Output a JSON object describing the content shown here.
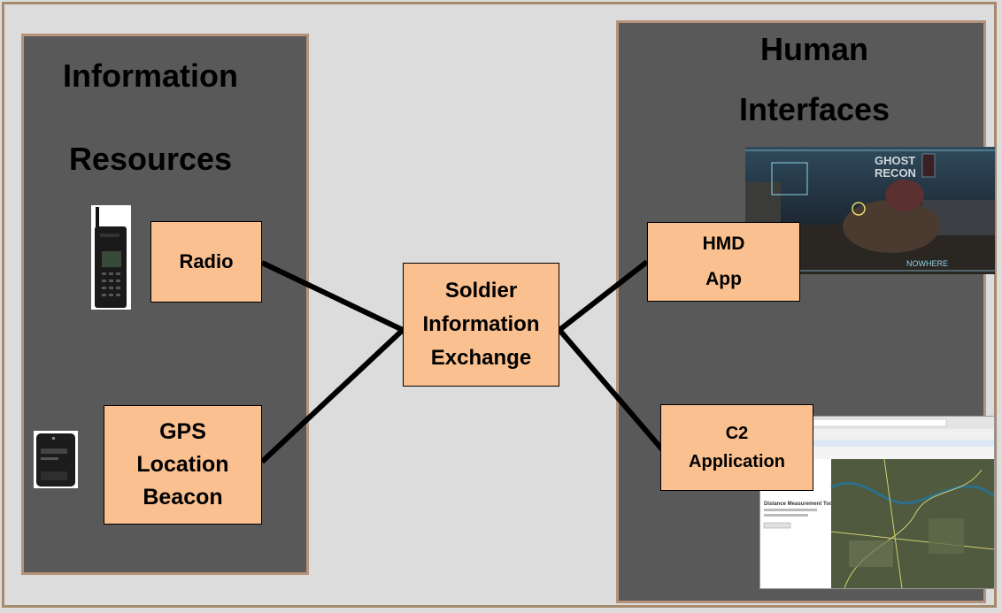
{
  "left_panel": {
    "title_line1": "Information",
    "title_line2": "Resources"
  },
  "right_panel": {
    "title_line1": "Human",
    "title_line2": "Interfaces"
  },
  "nodes": {
    "radio": {
      "label": "Radio"
    },
    "gps": {
      "line1": "GPS",
      "line2": "Location",
      "line3": "Beacon"
    },
    "sie": {
      "line1": "Soldier",
      "line2": "Information",
      "line3": "Exchange"
    },
    "hmd": {
      "line1": "HMD",
      "line2": "App"
    },
    "c2": {
      "line1": "C2",
      "line2": "Application"
    }
  },
  "images": {
    "game_title_line1": "GHOST",
    "game_title_line2": "RECON",
    "game_corner_text": "NOWHERE",
    "map_panel_heading": "Distance Measurement Tool"
  },
  "colors": {
    "background": "#dcdcdc",
    "panel": "#595959",
    "node_fill": "#fac090",
    "connector": "#000000"
  }
}
